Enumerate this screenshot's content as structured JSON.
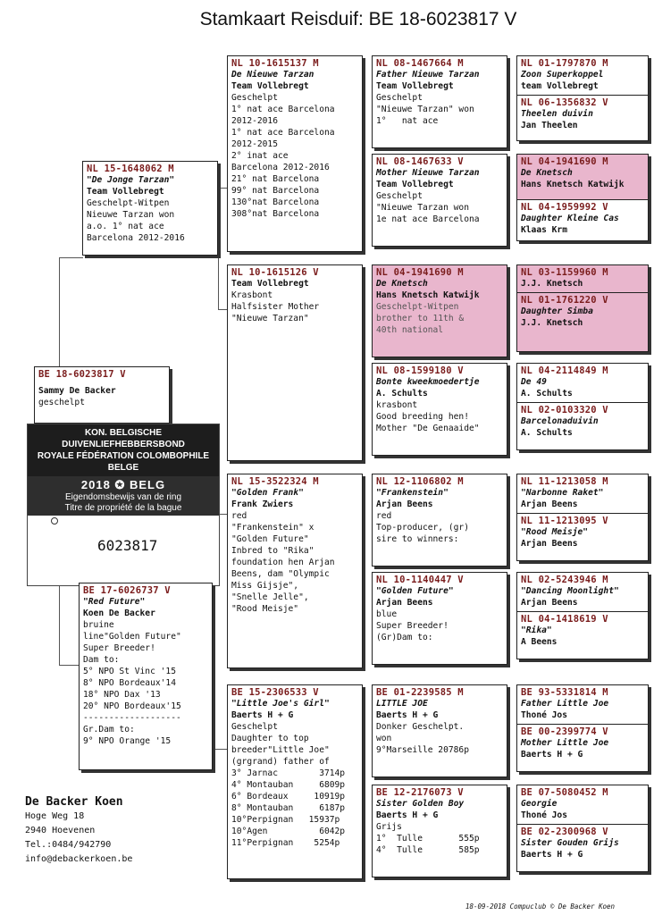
{
  "title": "Stamkaart Reisduif: BE  18-6023817 V",
  "subject": {
    "ring": "BE   18-6023817 V",
    "lines": [
      "Sammy De Backer",
      "geschelpt"
    ]
  },
  "ring_card": {
    "org1": "KON. BELGISCHE DUIVENLIEFHEBBERSBOND",
    "org2": "ROYALE FÉDÉRATION COLOMBOPHILE BELGE",
    "year": "2018",
    "country": "BELG",
    "doc1": "Eigendomsbewijs van de ring",
    "doc2": "Titre de propriété de la bague",
    "number": "6023817"
  },
  "sire": {
    "ring": "NL  15-1648062 M",
    "name": "\"De Jonge Tarzan\"",
    "owner": "Team Vollebregt",
    "lines": [
      "Geschelpt-Witpen",
      "Nieuwe Tarzan won",
      "a.o. 1° nat ace",
      "Barcelona 2012-2016"
    ]
  },
  "dam": {
    "ring": "BE  17-6026737 V",
    "name": "\"Red Future\"",
    "owner": "Koen De Backer",
    "lines": [
      "bruine",
      "line\"Golden Future\"",
      "Super Breeder!",
      "Dam to:",
      "5° NPO St Vinc '15",
      "8° NPO Bordeaux'14",
      "18° NPO Dax '13",
      "20° NPO Bordeaux'15",
      "-------------------",
      "Gr.Dam to:",
      "9° NPO Orange '15"
    ]
  },
  "gen2": [
    {
      "ring": "NL  10-1615137 M",
      "name": "De Nieuwe Tarzan",
      "owner": "Team Vollebregt",
      "lines": [
        "Geschelpt",
        "1° nat ace Barcelona",
        "2012-2016",
        "1° nat ace Barcelona",
        "2012-2015",
        "2° inat ace",
        "Barcelona 2012-2016",
        "21° nat Barcelona",
        "99° nat Barcelona",
        "130°nat Barcelona",
        "308°nat Barcelona"
      ]
    },
    {
      "ring": "NL  10-1615126 V",
      "name": "",
      "owner": "Team Vollebregt",
      "lines": [
        "Krasbont",
        "Halfsister Mother",
        "\"Nieuwe Tarzan\""
      ]
    },
    {
      "ring": "NL  15-3522324 M",
      "name": "\"Golden Frank\"",
      "owner": "Frank Zwiers",
      "lines": [
        "red",
        "\"Frankenstein\" x",
        "\"Golden Future\"",
        "Inbred to \"Rika\"",
        "foundation hen Arjan",
        "Beens, dam \"Olympic",
        "Miss Gijsje\",",
        "\"Snelle Jelle\",",
        "\"Rood Meisje\""
      ]
    },
    {
      "ring": "BE  15-2306533 V",
      "name": "\"Little Joe's Girl\"",
      "owner": "Baerts H + G",
      "lines": [
        "Geschelpt",
        "Daughter to top",
        "breeder\"Little Joe\"",
        "(grgrand) father of",
        "3° Jarnac        3714p",
        "4° Montauban     6809p",
        "6° Bordeaux     10919p",
        "8° Montauban     6187p",
        "10°Perpignan   15937p",
        "10°Agen          6042p",
        "11°Perpignan    5254p"
      ]
    }
  ],
  "gen3": [
    {
      "ring": "NL  08-1467664 M",
      "name": "Father Nieuwe Tarzan",
      "owner": "Team Vollebregt",
      "lines": [
        "Geschelpt",
        "\"Nieuwe Tarzan\" won",
        "1°   nat ace"
      ]
    },
    {
      "ring": "NL  08-1467633 V",
      "name": "Mother Nieuwe Tarzan",
      "owner": "Team Vollebregt",
      "lines": [
        "Geschelpt",
        "\"Nieuwe Tarzan won",
        "1e nat ace Barcelona"
      ]
    },
    {
      "ring": "NL  04-1941690 M",
      "name": "De Knetsch",
      "owner": "Hans Knetsch Katwijk",
      "lines": [
        "Geschelpt-Witpen",
        "brother to 11th &",
        "40th national"
      ]
    },
    {
      "ring": "NL  08-1599180 V",
      "name": "Bonte kweekmoedertje",
      "owner": "A. Schults",
      "lines": [
        "krasbont",
        "Good breeding hen!",
        "Mother \"De Genaaide\""
      ]
    },
    {
      "ring": "NL  12-1106802 M",
      "name": "\"Frankenstein\"",
      "owner": "Arjan Beens",
      "lines": [
        "red",
        "Top-producer, (gr)",
        "sire to winners:"
      ]
    },
    {
      "ring": "NL  10-1140447 V",
      "name": "\"Golden Future\"",
      "owner": "Arjan Beens",
      "lines": [
        "blue",
        "Super Breeder!",
        "(Gr)Dam to:"
      ]
    },
    {
      "ring": "BE  01-2239585 M",
      "name": "LITTLE JOE",
      "owner": "Baerts H + G",
      "lines": [
        "Donker Geschelpt.",
        "won",
        "9°Marseille 20786p"
      ]
    },
    {
      "ring": "BE  12-2176073 V",
      "name": "Sister Golden Boy",
      "owner": "Baerts H + G",
      "lines": [
        "Grijs",
        "1°  Tulle       555p",
        "4°  Tulle       585p"
      ]
    }
  ],
  "gen4": [
    {
      "ring": "NL  01-1797870 M",
      "name": "Zoon Superkoppel",
      "owner": "team Vollebregt"
    },
    {
      "ring": "NL  06-1356832 V",
      "name": "Theelen duivin",
      "owner": "Jan Theelen"
    },
    {
      "ring": "NL  04-1941690 M",
      "name": "De Knetsch",
      "owner": "Hans Knetsch Katwijk"
    },
    {
      "ring": "NL  04-1959992 V",
      "name": "Daughter Kleine Cas",
      "owner": "Klaas Krm"
    },
    {
      "ring": "NL  03-1159960 M",
      "name": "",
      "owner": "J.J. Knetsch"
    },
    {
      "ring": "NL  01-1761220 V",
      "name": "Daughter Simba",
      "owner": "J.J. Knetsch"
    },
    {
      "ring": "NL  04-2114849 M",
      "name": "De 49",
      "owner": "A. Schults"
    },
    {
      "ring": "NL  02-0103320 V",
      "name": "Barcelonaduivin",
      "owner": "A. Schults"
    },
    {
      "ring": "NL  11-1213058 M",
      "name": "\"Narbonne Raket\"",
      "owner": "Arjan Beens"
    },
    {
      "ring": "NL  11-1213095 V",
      "name": "\"Rood Meisje\"",
      "owner": "Arjan Beens"
    },
    {
      "ring": "NL  02-5243946 M",
      "name": "\"Dancing Moonlight\"",
      "owner": "Arjan Beens"
    },
    {
      "ring": "NL  04-1418619 V",
      "name": "\"Rika\"",
      "owner": "A Beens"
    },
    {
      "ring": "BE  93-5331814 M",
      "name": "Father Little Joe",
      "owner": "Thoné Jos"
    },
    {
      "ring": "BE  00-2399774 V",
      "name": "Mother Little Joe",
      "owner": "Baerts H + G"
    },
    {
      "ring": "BE  07-5080452 M",
      "name": "Georgie",
      "owner": "Thoné Jos"
    },
    {
      "ring": "BE  02-2300968 V",
      "name": "Sister Gouden Grijs",
      "owner": "Baerts H + G"
    }
  ],
  "owner_block": {
    "name": "De Backer Koen",
    "lines": [
      "Hoge Weg 18",
      "2940  Hoevenen",
      "Tel.:0484/942790",
      "info@debackerkoen.be"
    ]
  },
  "footer": "18-09-2018   Compuclub © De Backer Koen"
}
